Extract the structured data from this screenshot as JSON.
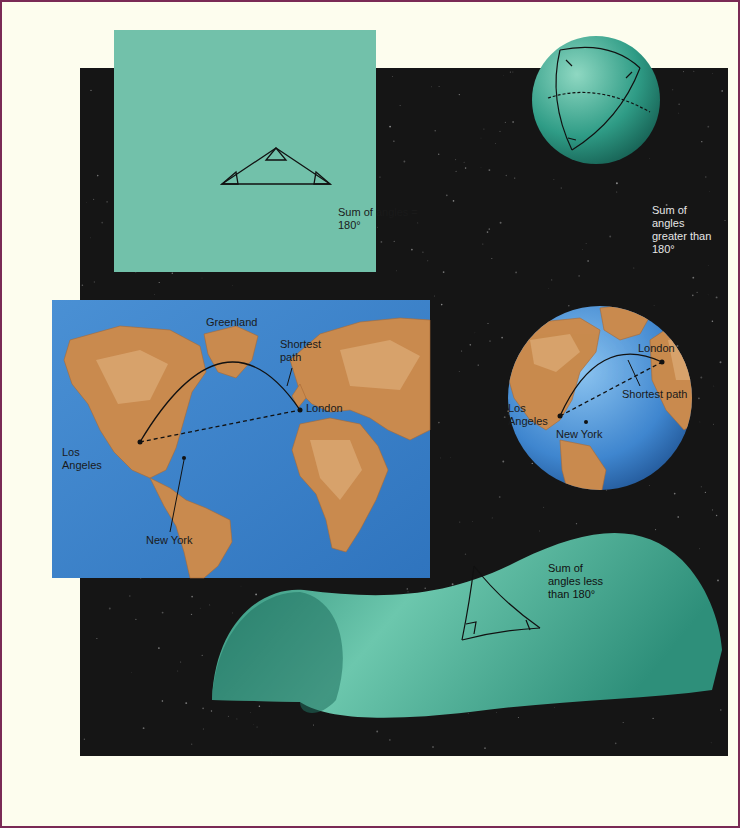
{
  "diagram": {
    "labels": [
      "Sum of angles = 180°",
      "Sum of angles greater than 180°",
      "Greenland",
      "Shortest path",
      "London",
      "Los Angeles",
      "New York",
      "London",
      "Shortest path",
      "Los Angeles",
      "New York",
      "Sum of angles less than 180°"
    ]
  }
}
